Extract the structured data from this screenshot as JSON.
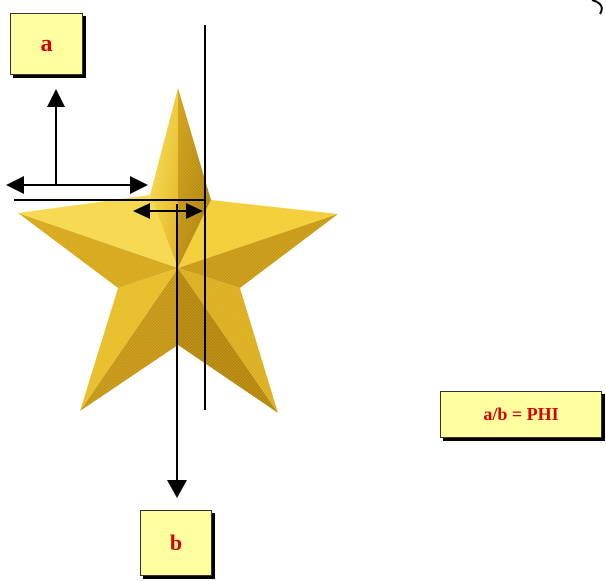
{
  "labels": {
    "a": "a",
    "b": "b",
    "ratio": "a/b = PHI"
  },
  "colors": {
    "star_light": "#f5d23a",
    "star_mid": "#e3b51c",
    "star_dark": "#b98c0c",
    "label_fill": "#ffffa0",
    "label_text": "#d90000",
    "line": "#000000"
  }
}
